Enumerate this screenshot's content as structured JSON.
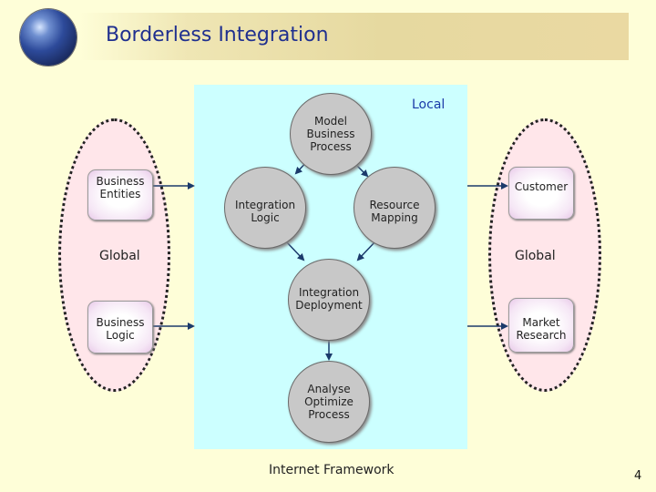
{
  "slide": {
    "title": "Borderless Integration",
    "page_number": "4"
  },
  "framework": {
    "local_label": "Local",
    "bottom_label": "Internet Framework"
  },
  "left_group": {
    "global_label": "Global",
    "items": [
      "Business\nEntities",
      "Business\nLogic"
    ]
  },
  "right_group": {
    "global_label": "Global",
    "items": [
      "Customer",
      "Market\nResearch"
    ]
  },
  "process_nodes": {
    "model": "Model\nBusiness\nProcess",
    "integration_logic": "Integration\nLogic",
    "resource_mapping": "Resource\nMapping",
    "integration_deployment": "Integration\nDeployment",
    "analyse": "Analyse\nOptimize\nProcess"
  },
  "colors": {
    "title": "#1f2f8f",
    "framework_fill": "#ccffff",
    "oval_fill": "#ffe6ea",
    "node_fill": "#c8c8c8",
    "arrow": "#1b3a6b"
  }
}
